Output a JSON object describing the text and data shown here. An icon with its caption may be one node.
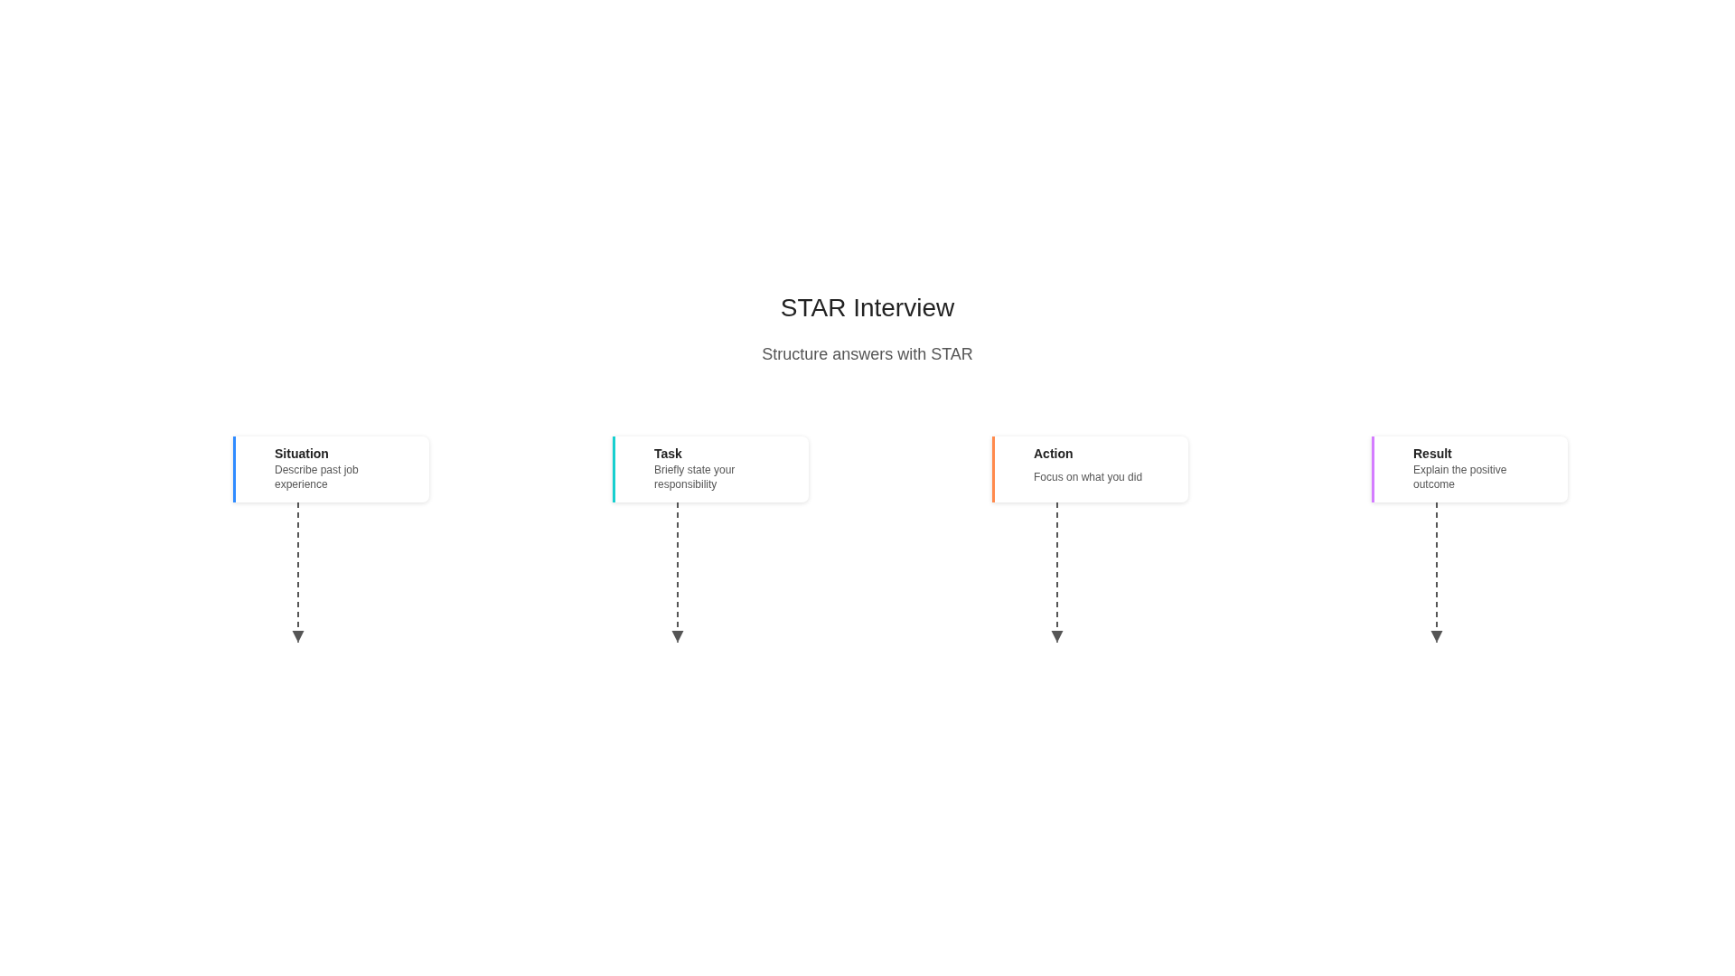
{
  "diagram": {
    "title": "STAR Interview",
    "nodes": [
      {
        "text": [
          "Situation",
          "Describe past job experience"
        ]
      },
      {
        "text": [
          "Task",
          "Briefly state your responsibility"
        ]
      },
      {
        "text": [
          "Action",
          "Focus on what you did"
        ]
      },
      {
        "text": [
          "Result",
          "Explain the positive outcome"
        ]
      }
    ],
    "edges": [
      {
        "from": 0,
        "to": null,
        "arrow": "to",
        "style": "dashed"
      },
      {
        "from": 1,
        "to": null,
        "arrow": "to",
        "style": "dashed"
      },
      {
        "from": 2,
        "to": null,
        "arrow": "to",
        "style": "dashed"
      },
      {
        "from": 3,
        "to": null,
        "arrow": "to",
        "style": "dashed"
      }
    ],
    "labels": [
      "Structure answers with STAR"
    ]
  }
}
